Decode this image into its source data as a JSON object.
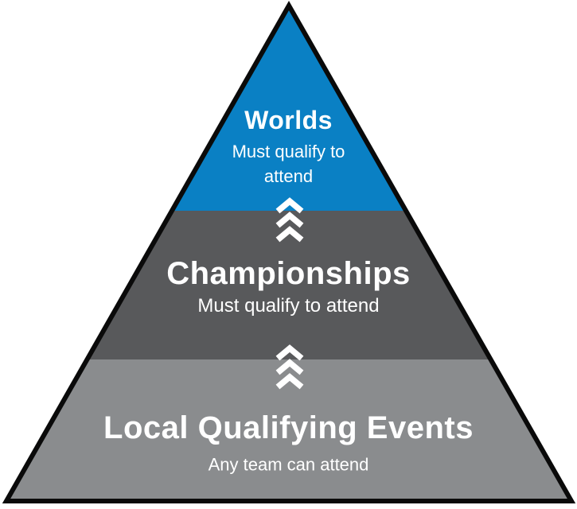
{
  "diagram": {
    "type": "pyramid",
    "background_color": "#ffffff",
    "outline_color": "#0a0a0a",
    "tiers": [
      {
        "name": "worlds",
        "label": "Worlds",
        "description": "Must qualify to attend",
        "color": "#0a80c4",
        "text_color": "#ffffff",
        "position": "top"
      },
      {
        "name": "championships",
        "label": "Championships",
        "description": "Must qualify to attend",
        "color": "#58595b",
        "text_color": "#ffffff",
        "position": "middle"
      },
      {
        "name": "local-qualifying-events",
        "label": "Local Qualifying Events",
        "description": "Any team can attend",
        "color": "#8a8c8e",
        "text_color": "#ffffff",
        "position": "bottom"
      }
    ],
    "arrows": {
      "glyph": "triple-chevron-up",
      "color": "#ffffff",
      "count": 2,
      "meaning": "progression from lower tier to upper tier"
    }
  }
}
